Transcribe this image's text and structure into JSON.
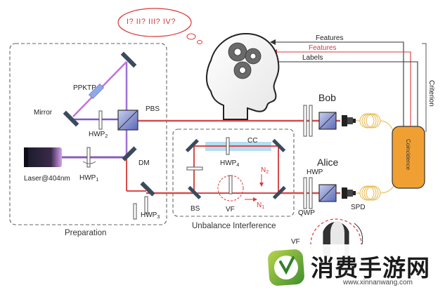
{
  "thought": {
    "text": "I? II? III? IV?"
  },
  "signals": {
    "features_top": "Features",
    "features_red": "Features",
    "labels": "Labels",
    "criterion": "Criterion"
  },
  "components": {
    "ppktp": "PPKTP",
    "mirror": "Mirror",
    "pbs": "PBS",
    "hwp2": "HWP",
    "hwp2_sub": "2",
    "dm": "DM",
    "laser": "Laser@404nm",
    "hwp1": "HWP",
    "hwp1_sub": "1",
    "hwp3": "HWP",
    "hwp3_sub": "3",
    "bob": "Bob",
    "alice": "Alice",
    "hwp_alice": "HWP",
    "qwp": "QWP",
    "spd": "SPD",
    "cc": "CC",
    "hwp4": "HWP",
    "hwp4_sub": "4",
    "bs": "BS",
    "vf": "VF",
    "n2": "N",
    "n2_sub": "2",
    "n1": "N",
    "n1_sub": "1",
    "vf_partial": "VF",
    "coincidence": "Coincidence"
  },
  "boxes": {
    "preparation": "Preparation",
    "unbalance": "Unbalance Interference"
  },
  "watermark": {
    "title": "消费手游网",
    "url": "www.xinnanwang.com"
  },
  "colors": {
    "beam": "#d94a4a",
    "blue_beam": "#7a7ad8",
    "optic": "#3c4a5e",
    "coincidence": "#f0a032",
    "fiber": "#e6b84a"
  }
}
